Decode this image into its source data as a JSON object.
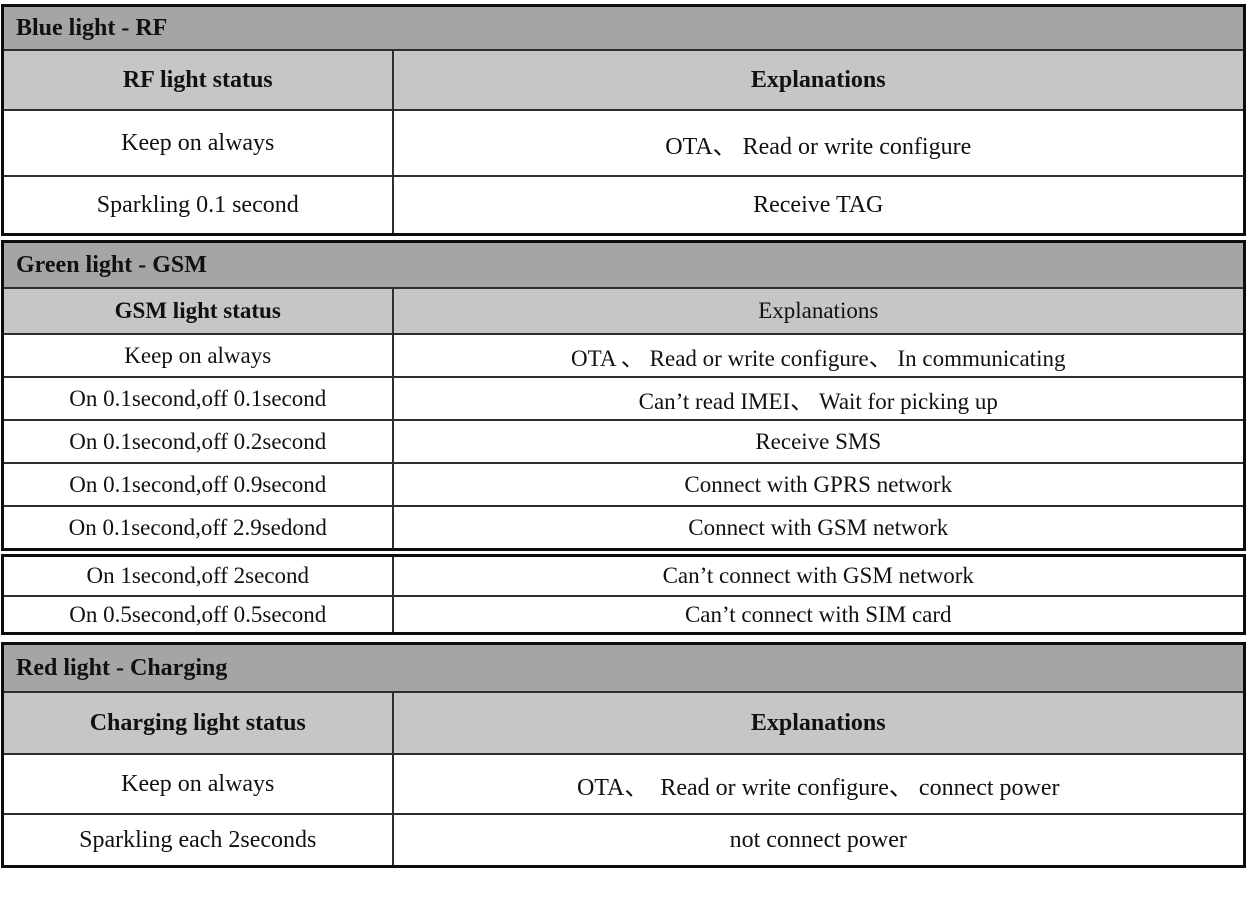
{
  "colors": {
    "section_header_bg": "#a5a5a5",
    "column_header_bg": "#c6c6c6",
    "row_bg": "#ffffff",
    "border": "#0d0d0d"
  },
  "sections": [
    {
      "title": "Blue light - RF",
      "status_header": "RF light status",
      "explanation_header": "Explanations",
      "rows": [
        {
          "status": "Keep on always",
          "explanation": "OTA、 Read or write configure"
        },
        {
          "status": "Sparkling 0.1 second",
          "explanation": "Receive TAG"
        }
      ]
    },
    {
      "title": "Green light - GSM",
      "status_header": "GSM light status",
      "explanation_header": "Explanations",
      "rows": [
        {
          "status": "Keep on always",
          "explanation": "OTA 、 Read or write configure、 In communicating"
        },
        {
          "status": "On 0.1second,off 0.1second",
          "explanation": "Can’t read IMEI、 Wait for picking up"
        },
        {
          "status": "On 0.1second,off 0.2second",
          "explanation": "Receive SMS"
        },
        {
          "status": "On 0.1second,off 0.9second",
          "explanation": "Connect with GPRS network"
        },
        {
          "status": "On 0.1second,off 2.9sedond",
          "explanation": "Connect with GSM network"
        }
      ],
      "rows2": [
        {
          "status": "On 1second,off 2second",
          "explanation": "Can’t connect with GSM network"
        },
        {
          "status": "On 0.5second,off 0.5second",
          "explanation": "Can’t connect with SIM card"
        }
      ]
    },
    {
      "title": "Red light - Charging",
      "status_header": "Charging light status",
      "explanation_header": "Explanations",
      "rows": [
        {
          "status": "Keep on always",
          "explanation": "OTA、  Read or write configure、 connect power"
        },
        {
          "status": "Sparkling each 2seconds",
          "explanation": "not connect power"
        }
      ]
    }
  ]
}
